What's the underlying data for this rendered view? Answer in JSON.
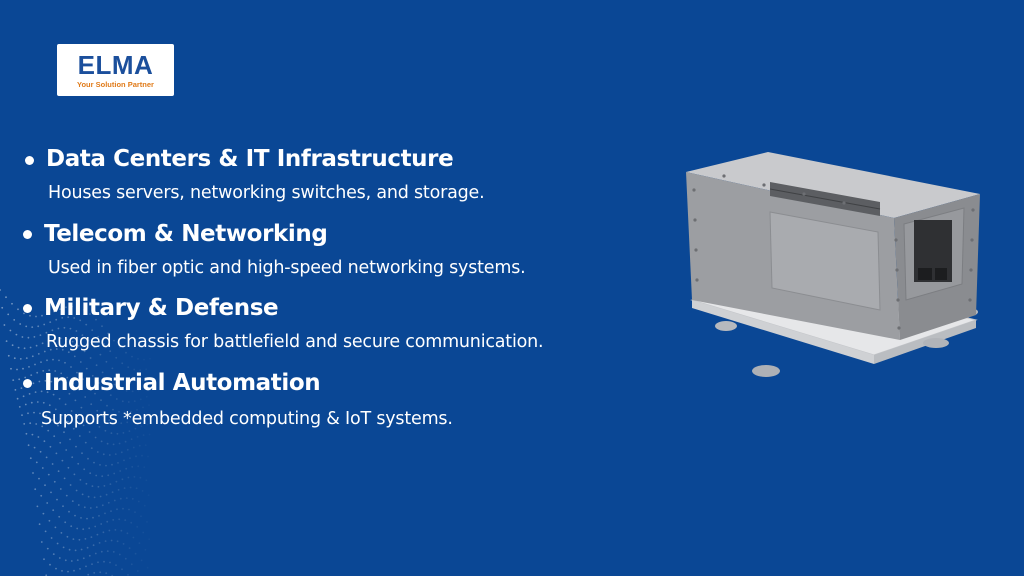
{
  "logo": {
    "wordmark": "ELMA",
    "tagline": "Your Solution Partner"
  },
  "features": [
    {
      "title": "Data Centers & IT Infrastructure",
      "description": "Houses servers, networking switches, and storage."
    },
    {
      "title": "Telecom & Networking",
      "description": "Used in fiber optic and high-speed networking systems."
    },
    {
      "title": "Military & Defense",
      "description": "Rugged chassis for battlefield and secure communication."
    },
    {
      "title": "Industrial Automation",
      "description": "Supports *embedded computing & IoT systems."
    }
  ],
  "colors": {
    "background": "#0a4795",
    "text": "#ffffff",
    "logo_blue": "#1b4f9c",
    "logo_orange": "#e07b1a"
  },
  "image": {
    "subject": "rugged-chassis-enclosure"
  }
}
